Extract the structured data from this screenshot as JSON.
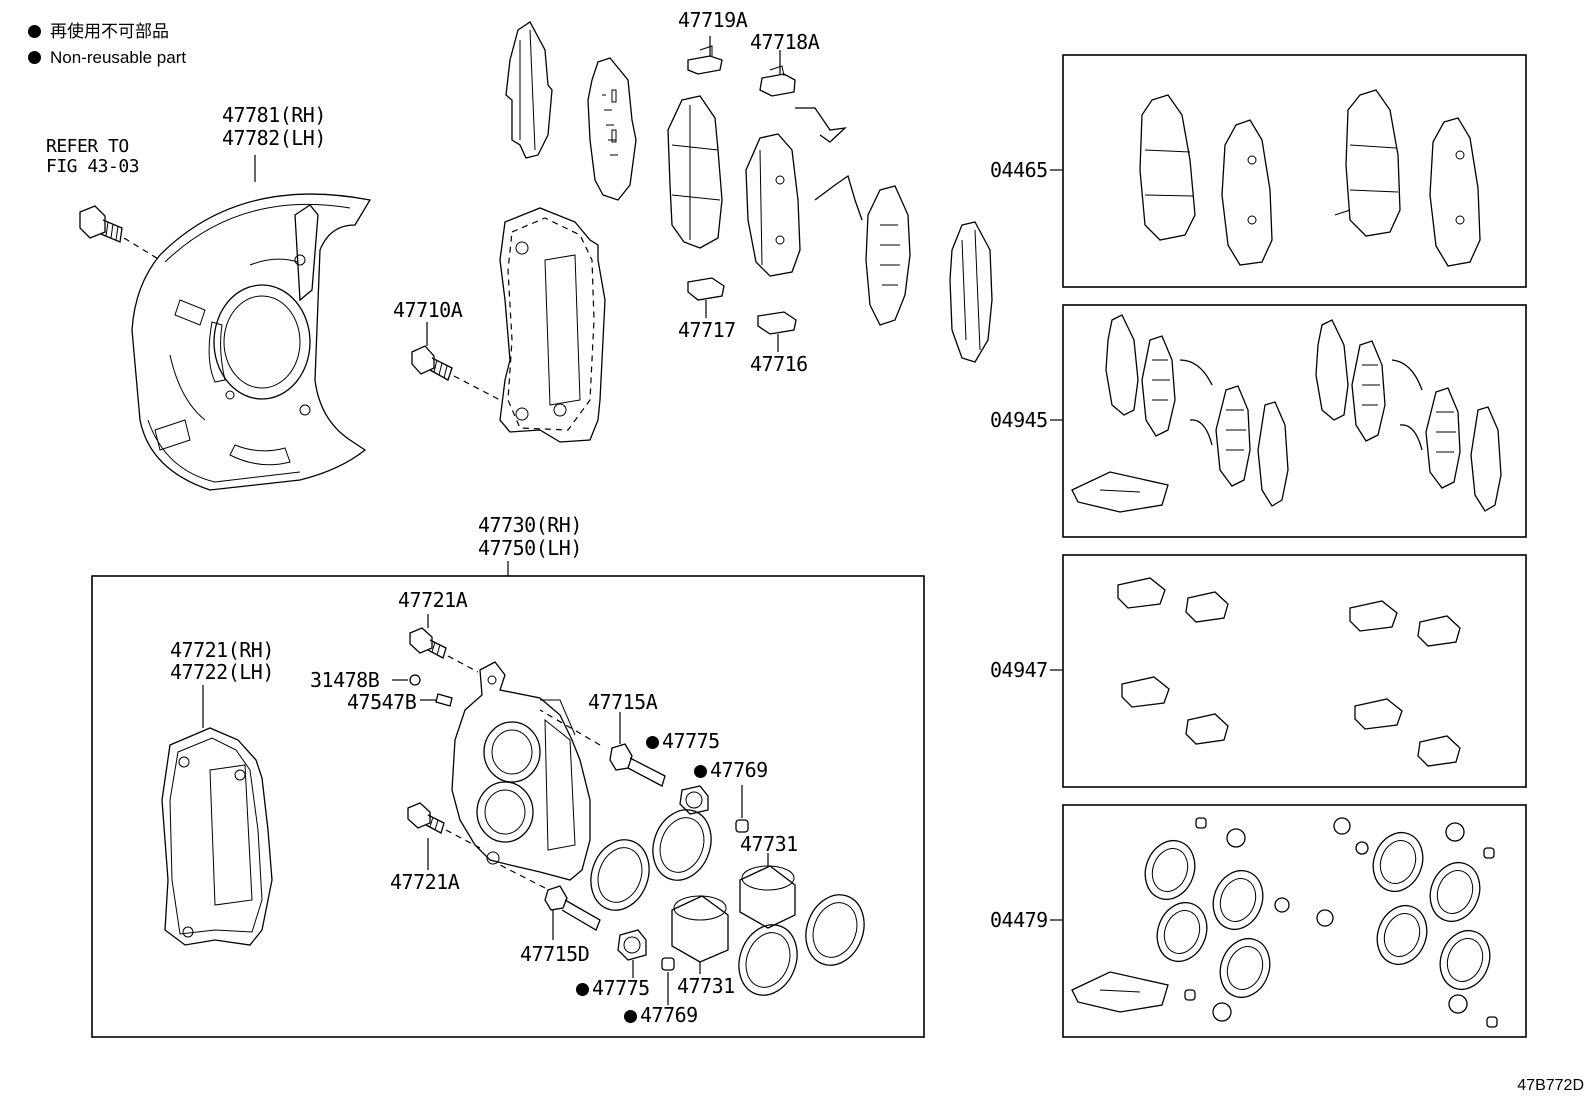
{
  "legend": {
    "jp": "再使用不可部品",
    "en": "Non-reusable part"
  },
  "diagram_id": "47B772D",
  "labels": {
    "refer_to_1": "REFER TO",
    "refer_to_2": "FIG 43-03",
    "shield_rh": "47781(RH)",
    "shield_lh": "47782(LH)",
    "bolt_47710A": "47710A",
    "clip_47719A": "47719A",
    "clip_47718A": "47718A",
    "clip_47717": "47717",
    "clip_47716": "47716",
    "caliper_rh": "47730(RH)",
    "caliper_lh": "47750(LH)",
    "bolt_47721A_top": "47721A",
    "bolt_47721A_bottom": "47721A",
    "mount_rh": "47721(RH)",
    "mount_lh": "47722(LH)",
    "cap_31478B": "31478B",
    "bleeder_47547B": "47547B",
    "pin_47715A": "47715A",
    "pin_47715D": "47715D",
    "boot_47775_top": "47775",
    "boot_47775_bottom": "47775",
    "cap_47769_top": "47769",
    "cap_47769_bottom": "47769",
    "piston_47731_top": "47731",
    "piston_47731_bottom": "47731",
    "kit_04465": "04465",
    "kit_04945": "04945",
    "kit_04947": "04947",
    "kit_04479": "04479"
  }
}
